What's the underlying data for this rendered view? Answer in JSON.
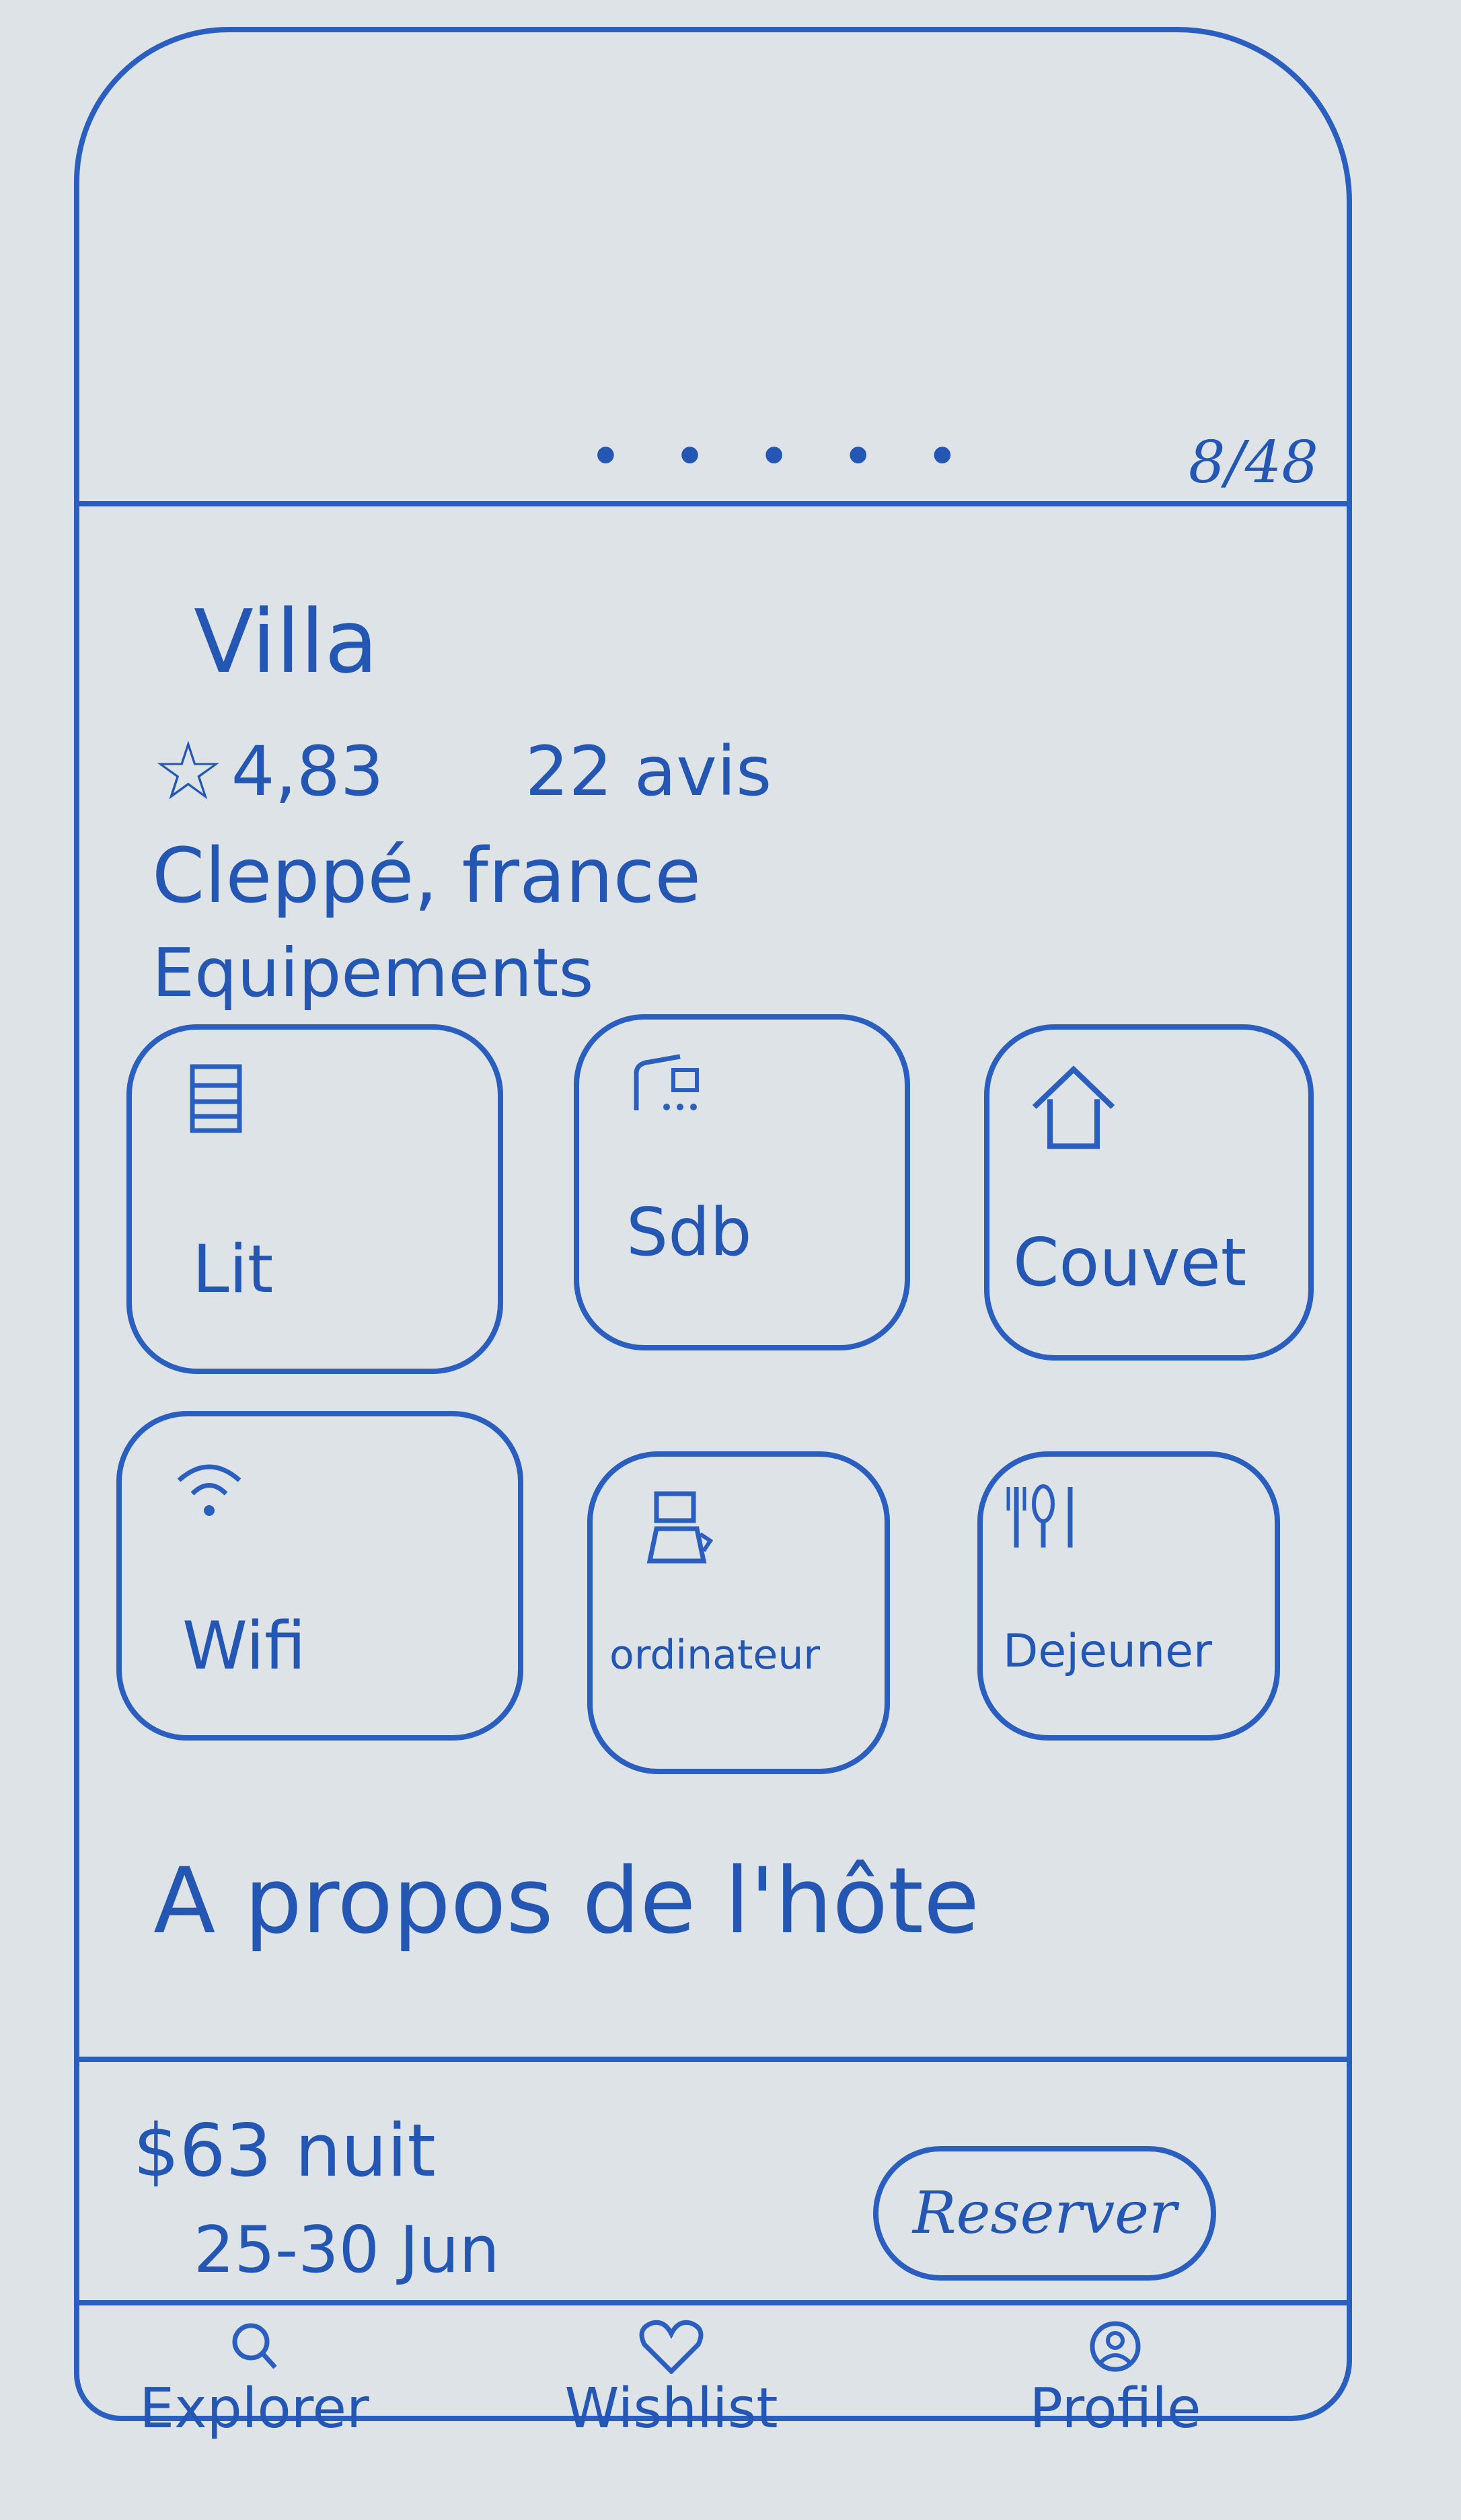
{
  "gallery": {
    "pager_dots": "• • • • •",
    "counter": "8/48"
  },
  "listing": {
    "title": "Villa",
    "rating": "4,83",
    "reviews": "22 avis",
    "location": "Cleppé, france"
  },
  "equipments": {
    "label": "Equipements",
    "items": [
      {
        "label": "Lit",
        "icon": "bed-icon"
      },
      {
        "label": "Sdb",
        "icon": "bathtub-icon"
      },
      {
        "label": "Couvet",
        "icon": "home-icon"
      },
      {
        "label": "Wifi",
        "icon": "wifi-icon"
      },
      {
        "label": "ordinateur",
        "icon": "computer-icon"
      },
      {
        "label": "Dejeuner",
        "icon": "cutlery-icon"
      }
    ]
  },
  "host": {
    "section_title": "A propos de l'hôte"
  },
  "booking": {
    "price": "$63 nuit",
    "dates": "25-30 Jun",
    "reserve_label": "Reserver"
  },
  "nav": {
    "items": [
      {
        "label": "Explorer",
        "icon": "search-icon"
      },
      {
        "label": "Wishlist",
        "icon": "heart-icon"
      },
      {
        "label": "Profile",
        "icon": "profile-icon"
      }
    ]
  },
  "colors": {
    "ink": "#2456b4",
    "paper": "#dde3e6"
  }
}
